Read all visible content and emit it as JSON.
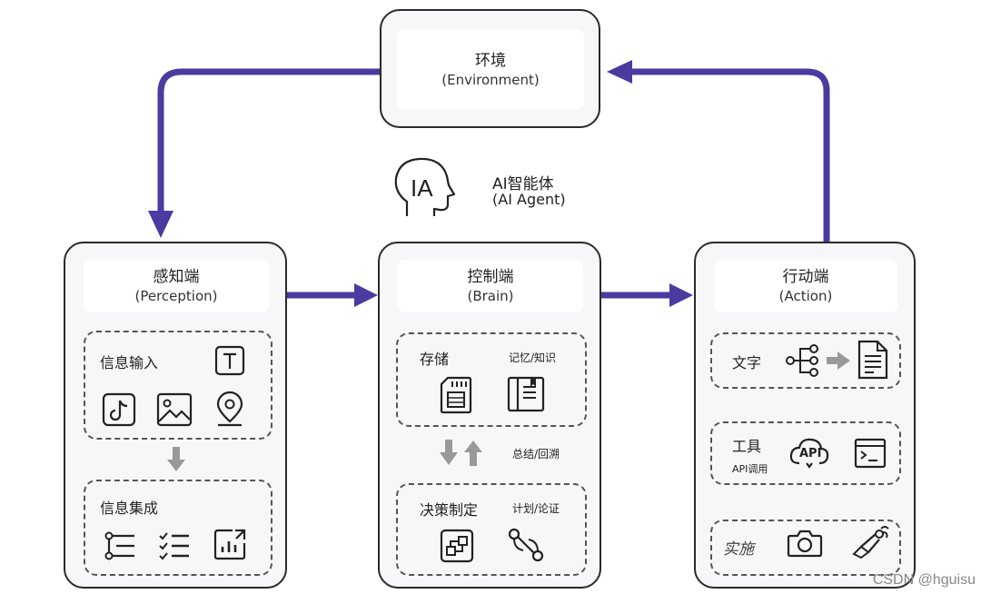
{
  "environment": {
    "title": "环境",
    "subtitle": "(Environment)"
  },
  "agent": {
    "title": "AI智能体",
    "subtitle": "(AI Agent)",
    "icon": "ai-head-icon"
  },
  "perception": {
    "title": "感知端",
    "subtitle": "(Perception)",
    "input": {
      "label": "信息输入",
      "icons": [
        "text-icon",
        "tiktok-icon",
        "image-icon",
        "location-pin-icon"
      ]
    },
    "integration": {
      "label": "信息集成",
      "icons": [
        "flow-list-icon",
        "checklist-icon",
        "bar-chart-icon"
      ]
    }
  },
  "brain": {
    "title": "控制端",
    "subtitle": "(Brain)",
    "storage": {
      "label": "存储",
      "note": "记忆/知识",
      "icons": [
        "sd-card-icon",
        "book-icon"
      ]
    },
    "summary_note": "总结/回溯",
    "decision": {
      "label": "决策制定",
      "note": "计划/论证",
      "icons": [
        "flow-chart-icon",
        "path-icon"
      ]
    }
  },
  "action": {
    "title": "行动端",
    "subtitle": "(Action)",
    "text": {
      "label": "文字",
      "icons": [
        "tree-icon",
        "arrow-right-icon",
        "document-icon"
      ]
    },
    "tools": {
      "label": "工具",
      "note": "API调用",
      "api_badge": "API",
      "icons": [
        "api-cloud-icon",
        "terminal-icon"
      ]
    },
    "implement": {
      "label": "实施",
      "icons": [
        "camera-icon",
        "robot-arm-icon"
      ]
    }
  },
  "colors": {
    "arrow": "#4b3aa0",
    "border": "#2a2a2a",
    "gray_arrow": "#999999"
  },
  "watermark": "CSDN @hguisu"
}
